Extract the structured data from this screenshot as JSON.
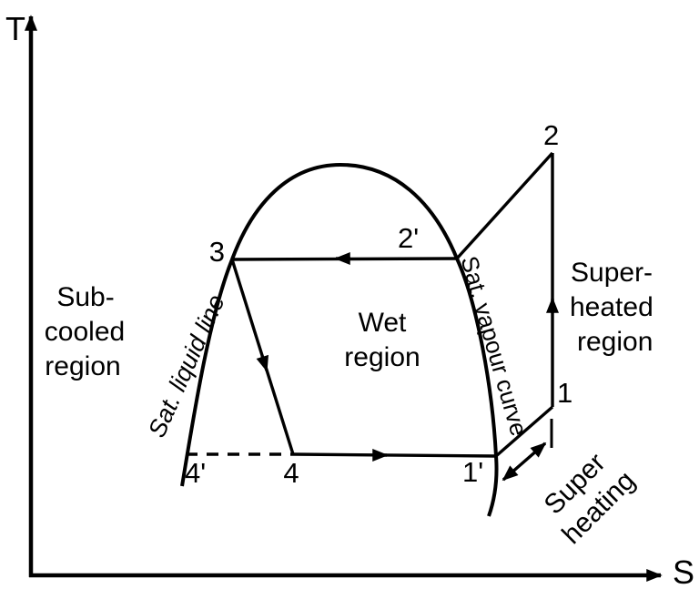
{
  "colors": {
    "ink": "#000000",
    "paper": "#ffffff"
  },
  "axes": {
    "y_label": "T",
    "x_label": "S"
  },
  "points": {
    "p1": "1",
    "p2": "2",
    "p2_prime": "2'",
    "p3": "3",
    "p4": "4",
    "p4_prime": "4'",
    "p1_prime": "1'"
  },
  "regions": {
    "subcooled": {
      "lines": [
        "Sub-",
        "cooled",
        "region"
      ]
    },
    "wet": {
      "lines": [
        "Wet",
        "region"
      ]
    },
    "superheated": {
      "lines": [
        "Super-",
        "heated",
        "region"
      ]
    }
  },
  "curve_labels": {
    "sat_liquid": "Sat. liquid line",
    "sat_vapour": "Sat. vapour curve"
  },
  "annotations": {
    "superheating": {
      "lines": [
        "Super",
        "heating"
      ]
    }
  }
}
